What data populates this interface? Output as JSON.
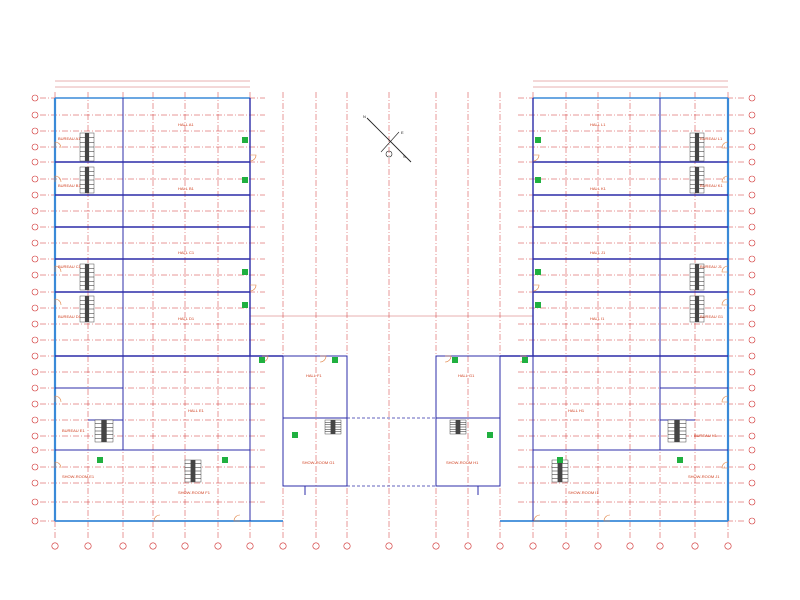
{
  "compass": {
    "north": "N",
    "east": "E",
    "south": "S"
  },
  "rooms": {
    "hall_a1": "HALL A1",
    "hall_b1": "HALL B1",
    "hall_c1": "HALL C1",
    "hall_d1": "HALL D1",
    "hall_e1": "HALL E1",
    "hall_f1": "HALL F1",
    "hall_g1": "HALL G1",
    "hall_h1": "HALL H1",
    "hall_i1": "HALL I1",
    "hall_j1": "HALL J1",
    "hall_k1": "HALL K1",
    "hall_l1": "HALL L1",
    "bureau_a1": "BUREAU A1",
    "bureau_b1": "BUREAU B1",
    "bureau_c1": "BUREAU C1",
    "bureau_d1": "BUREAU D1",
    "bureau_e1": "BUREAU E1",
    "bureau_h1": "BUREAU H1",
    "bureau_g1": "BUREAU G1",
    "bureau_j1": "BUREAU J1",
    "bureau_k1": "BUREAU K1",
    "bureau_l1": "BUREAU L1",
    "showroom_e1": "SHOW-ROOM E1",
    "showroom_f1": "SHOW-ROOM F1",
    "showroom_g1": "SHOW-ROOM G1",
    "showroom_h1": "SHOW-ROOM H1",
    "showroom_i1": "SHOW-ROOM I1",
    "showroom_j1": "SHOW-ROOM J1"
  },
  "colors": {
    "wall": "#2c2ca8",
    "facade": "#3a8ad8",
    "axis": "#d03030",
    "dim": "#d06060",
    "green": "#20b040",
    "door": "#e08040"
  }
}
